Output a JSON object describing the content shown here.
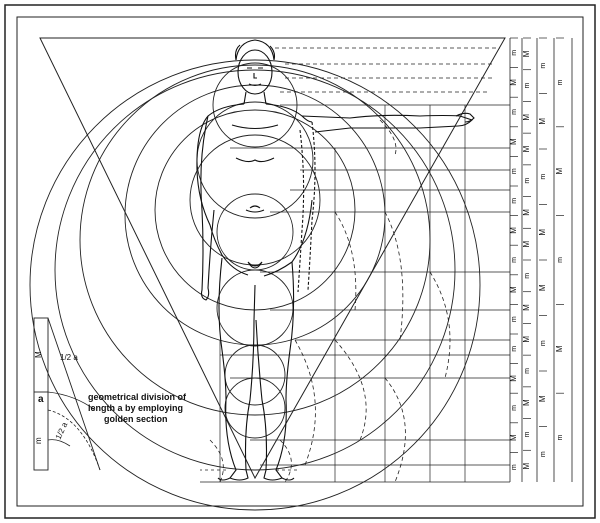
{
  "annotation": {
    "caption_lines": [
      "geometrical division of",
      "length a by employing",
      "golden section"
    ],
    "a_label": "a",
    "half_a_top": "1/2 a",
    "half_a_bottom": "1/2 a",
    "inset_major": "M",
    "inset_minor": "m"
  },
  "scale": {
    "col1": [
      "m",
      "M",
      "m",
      "M",
      "m",
      "m",
      "M",
      "m",
      "M",
      "m",
      "m",
      "M",
      "m",
      "M",
      "m"
    ],
    "col2": [
      "M",
      "m",
      "M",
      "M",
      "m",
      "M",
      "M",
      "m",
      "M",
      "M",
      "m",
      "M",
      "m",
      "M"
    ],
    "col3": [
      "m",
      "M",
      "m",
      "M",
      "M",
      "m",
      "M",
      "m"
    ],
    "col4": [
      "m",
      "M",
      "m",
      "M",
      "m"
    ]
  },
  "colors": {
    "ink": "#1a1a1a",
    "paper": "#ffffff"
  }
}
